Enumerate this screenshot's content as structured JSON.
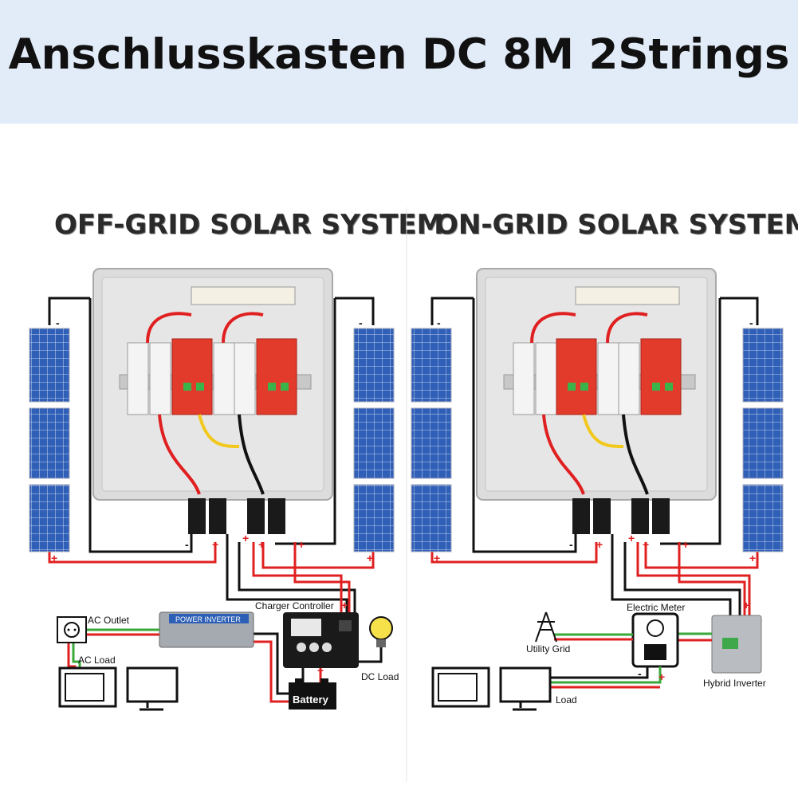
{
  "title": "Anschlusskasten DC 8M 2Strings",
  "off_grid": {
    "title": "OFF-GRID SOLAR SYSTEM",
    "labels": {
      "ac_outlet": "AC Outlet",
      "ac_load": "AC Load",
      "inverter": "POWER INVERTER",
      "charger": "Charger Controller",
      "battery": "Battery",
      "dc_load": "DC Load"
    }
  },
  "on_grid": {
    "title": "ON-GRID SOLAR SYSTEM",
    "labels": {
      "utility_grid": "Utility Grid",
      "electric_meter": "Electric Meter",
      "hybrid_inverter": "Hybrid Inverter",
      "load": "Load"
    }
  },
  "colors": {
    "banner": "#e2ebf8",
    "positive_wire": "#e02020",
    "negative_wire": "#111111",
    "ac_wire": "#3aa83a",
    "breaker_red": "#e23b2b",
    "panel_blue": "#2f5fb7"
  }
}
